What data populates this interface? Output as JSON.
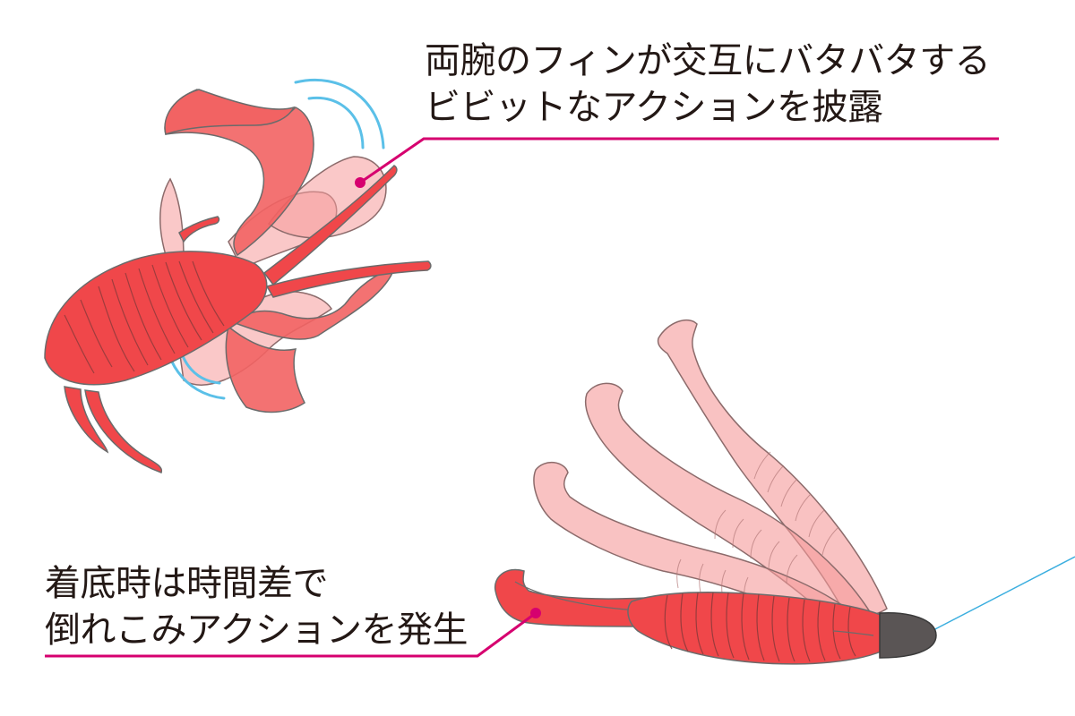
{
  "callouts": {
    "top": {
      "line1": "両腕のフィンが交互にバタバタする",
      "line2": "ビビットなアクションを披露"
    },
    "bottom": {
      "line1": "着底時は時間差で",
      "line2": "倒れこみアクションを発生"
    }
  },
  "colors": {
    "lure_red": "#f0474a",
    "lure_ghost": "#f59a9a",
    "outline": "#6b6b6b",
    "leader_line": "#d6006f",
    "motion_arc": "#5bc0e8",
    "sinker": "#5a5555",
    "fishing_line": "#3aaedf",
    "text": "#231815"
  }
}
